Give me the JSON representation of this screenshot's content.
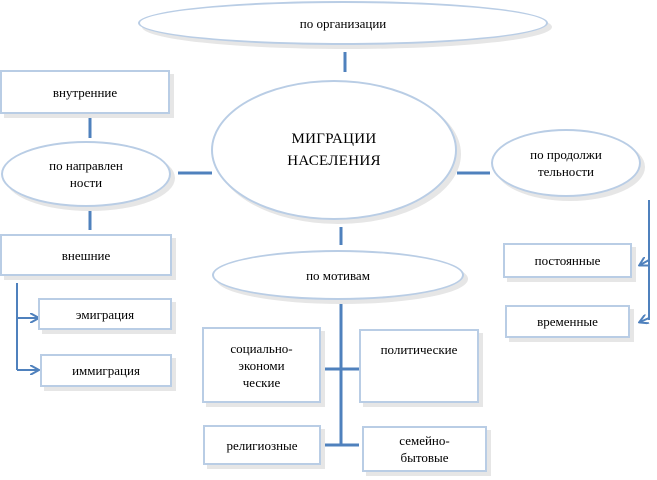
{
  "colors": {
    "line": "#4f81bd",
    "border": "#b9cde5",
    "shadow": "#e6e6e6"
  },
  "nodes": {
    "center": "МИГРАЦИИ\nНАСЕЛЕНИЯ",
    "by_organization": "по организации",
    "by_direction": "по направлен\nности",
    "internal": "внутренние",
    "external": "внешние",
    "emigration": "эмиграция",
    "immigration": "иммиграция",
    "by_duration": "по продолжи\nтельности",
    "permanent": "постоянные",
    "temporary": "временные",
    "by_motives": "по мотивам",
    "socio_economic": "социально-\nэкономи\nческие",
    "political": "политические",
    "religious": "религиозные",
    "family_household": "семейно-\nбытовые"
  }
}
